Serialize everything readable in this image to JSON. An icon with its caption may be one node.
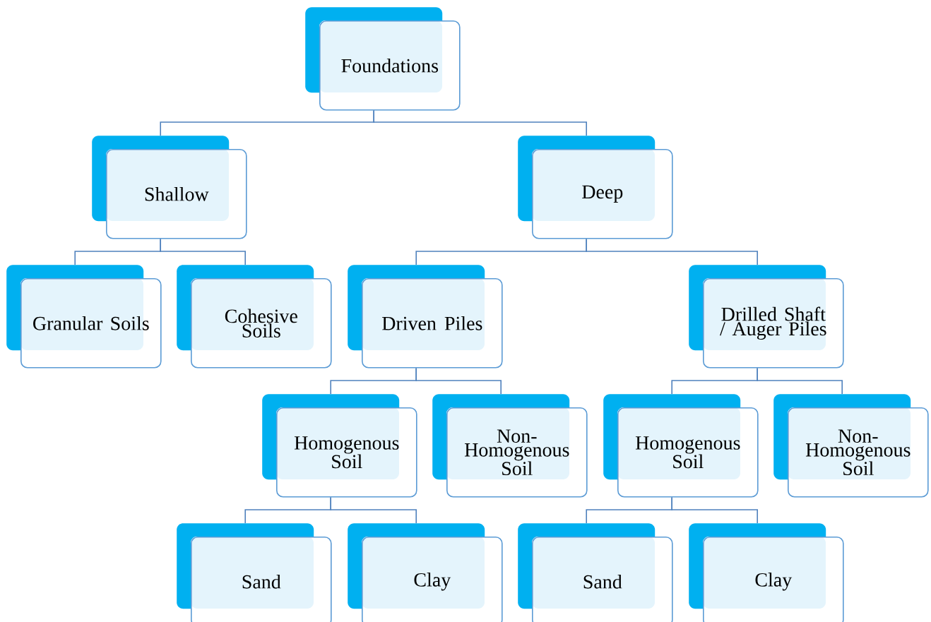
{
  "diagram": {
    "nodes": [
      {
        "text": [
          "Foundations"
        ]
      },
      {
        "text": [
          "Shallow"
        ]
      },
      {
        "text": [
          "Deep"
        ]
      },
      {
        "text": [
          "Granular Soils"
        ]
      },
      {
        "text": [
          "Cohesive Soils"
        ]
      },
      {
        "text": [
          "Driven Piles"
        ]
      },
      {
        "text": [
          "Drilled Shaft / Auger Piles"
        ]
      },
      {
        "text": [
          "Homogenous Soil"
        ]
      },
      {
        "text": [
          "Non-Homogenous Soil"
        ]
      },
      {
        "text": [
          "Homogenous Soil"
        ]
      },
      {
        "text": [
          "Non-Homogenous Soil"
        ]
      },
      {
        "text": [
          "Sand"
        ]
      },
      {
        "text": [
          "Clay"
        ]
      },
      {
        "text": [
          "Sand"
        ]
      },
      {
        "text": [
          "Clay"
        ]
      }
    ],
    "edges": [
      {
        "from": 0,
        "to": 1,
        "arrow": "none"
      },
      {
        "from": 0,
        "to": 2,
        "arrow": "none"
      },
      {
        "from": 1,
        "to": 3,
        "arrow": "none"
      },
      {
        "from": 1,
        "to": 4,
        "arrow": "none"
      },
      {
        "from": 2,
        "to": 5,
        "arrow": "none"
      },
      {
        "from": 2,
        "to": 6,
        "arrow": "none"
      },
      {
        "from": 5,
        "to": 7,
        "arrow": "none"
      },
      {
        "from": 5,
        "to": 8,
        "arrow": "none"
      },
      {
        "from": 6,
        "to": 9,
        "arrow": "none"
      },
      {
        "from": 6,
        "to": 10,
        "arrow": "none"
      },
      {
        "from": 7,
        "to": 11,
        "arrow": "none"
      },
      {
        "from": 7,
        "to": 12,
        "arrow": "none"
      },
      {
        "from": 9,
        "to": 13,
        "arrow": "none"
      },
      {
        "from": 9,
        "to": 14,
        "arrow": "none"
      }
    ]
  }
}
